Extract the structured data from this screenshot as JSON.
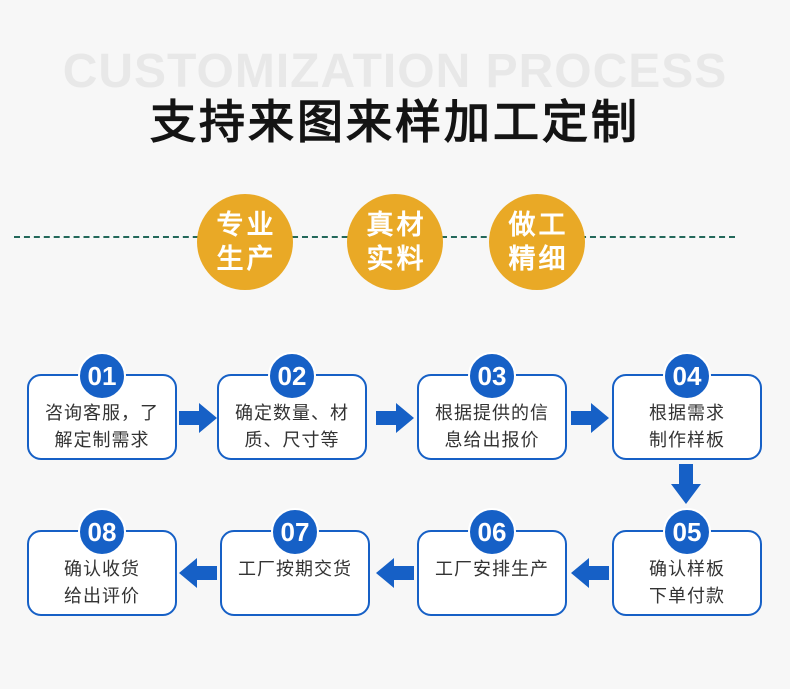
{
  "header": {
    "watermark": "CUSTOMIZATION PROCESS",
    "title": "支持来图来样加工定制"
  },
  "badges": [
    {
      "line1": "专业",
      "line2": "生产"
    },
    {
      "line1": "真材",
      "line2": "实料"
    },
    {
      "line1": "做工",
      "line2": "精细"
    }
  ],
  "steps": [
    {
      "number": "01",
      "line1": "咨询客服，了",
      "line2": "解定制需求"
    },
    {
      "number": "02",
      "line1": "确定数量、材",
      "line2": "质、尺寸等"
    },
    {
      "number": "03",
      "line1": "根据提供的信",
      "line2": "息给出报价"
    },
    {
      "number": "04",
      "line1": "根据需求",
      "line2": "制作样板"
    },
    {
      "number": "05",
      "line1": "确认样板",
      "line2": "下单付款"
    },
    {
      "number": "06",
      "line1": "工厂安排生产",
      "line2": ""
    },
    {
      "number": "07",
      "line1": "工厂按期交货",
      "line2": ""
    },
    {
      "number": "08",
      "line1": "确认收货",
      "line2": "给出评价"
    }
  ],
  "colors": {
    "accent_blue": "#1660c6",
    "badge_gold": "#e9a926",
    "dashed_line_teal": "#23685a",
    "watermark_gray": "#e8e8e8",
    "background": "#f7f7f7",
    "step_text": "#333333"
  }
}
